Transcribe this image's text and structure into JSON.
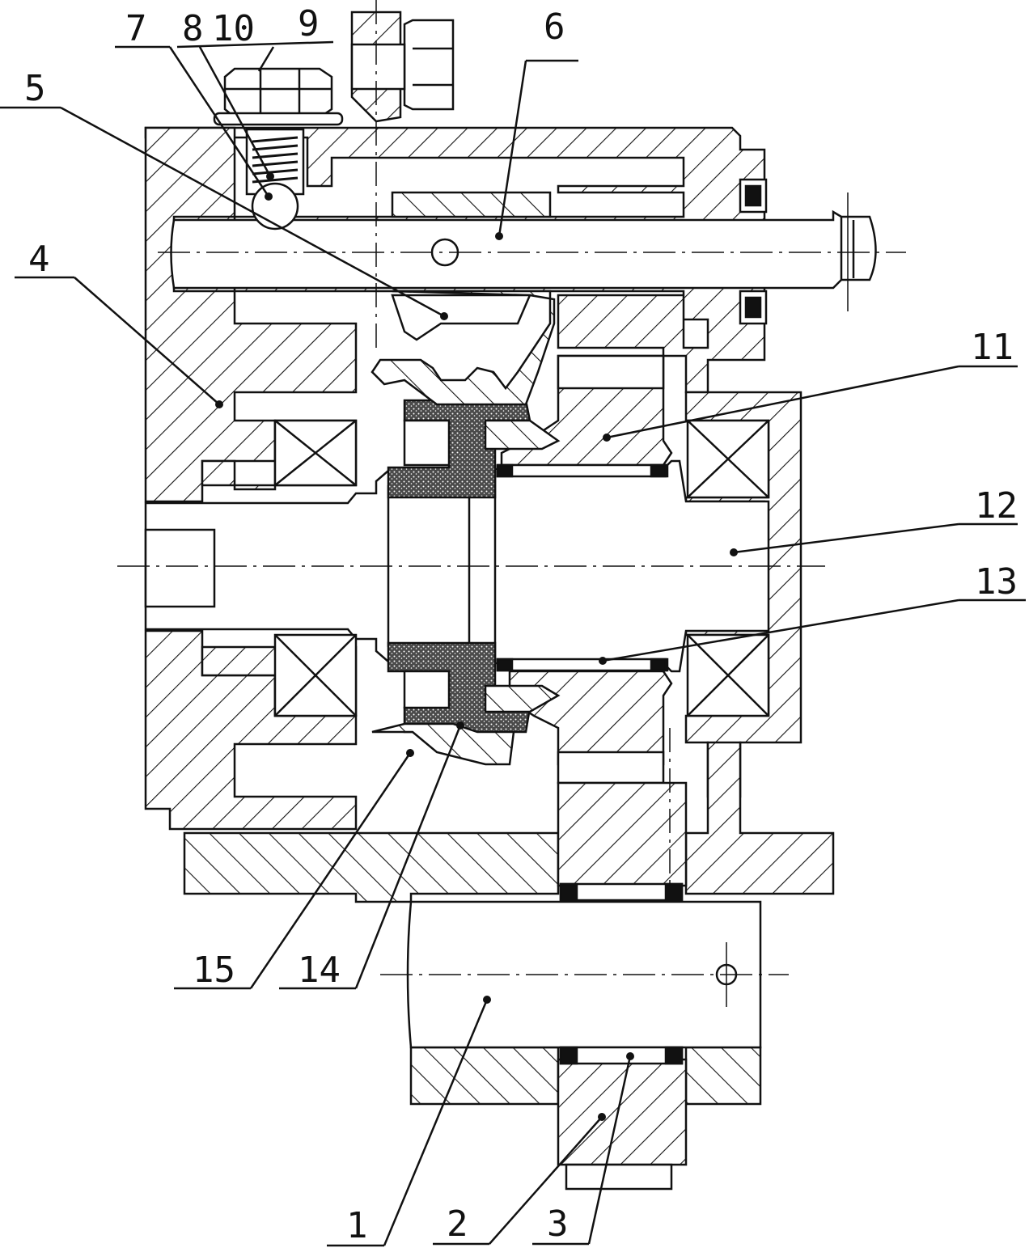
{
  "colors": {
    "ink": "#111111",
    "background": "#ffffff",
    "knurl": "#4a4a4a"
  },
  "callouts": [
    {
      "id": "1",
      "text": "1"
    },
    {
      "id": "2",
      "text": "2"
    },
    {
      "id": "3",
      "text": "3"
    },
    {
      "id": "4",
      "text": "4"
    },
    {
      "id": "5",
      "text": "5"
    },
    {
      "id": "6",
      "text": "6"
    },
    {
      "id": "7",
      "text": "7"
    },
    {
      "id": "8",
      "text": "8"
    },
    {
      "id": "9",
      "text": "9"
    },
    {
      "id": "10",
      "text": "10"
    },
    {
      "id": "11",
      "text": "11"
    },
    {
      "id": "12",
      "text": "12"
    },
    {
      "id": "13",
      "text": "13"
    },
    {
      "id": "14",
      "text": "14"
    },
    {
      "id": "15",
      "text": "15"
    }
  ]
}
